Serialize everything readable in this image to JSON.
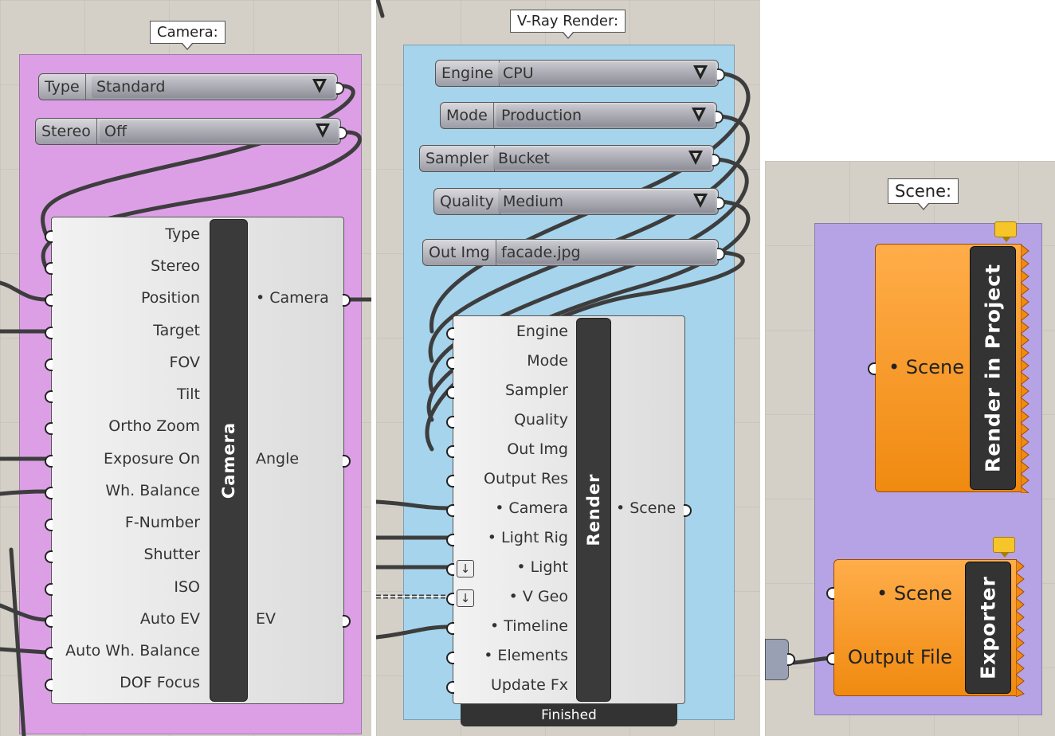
{
  "camera_group": {
    "label": "Camera:",
    "color": "#dc9fe6",
    "type_list": {
      "label": "Type",
      "value": "Standard"
    },
    "stereo_list": {
      "label": "Stereo",
      "value": "Off"
    },
    "component": {
      "name": "Camera",
      "inputs": [
        "Type",
        "Stereo",
        "Position",
        "Target",
        "FOV",
        "Tilt",
        "Ortho Zoom",
        "Exposure On",
        "Wh. Balance",
        "F-Number",
        "Shutter",
        "ISO",
        "Auto EV",
        "Auto Wh. Balance",
        "DOF Focus"
      ],
      "outputs": {
        "camera": "• Camera",
        "angle": "Angle",
        "ev": "EV"
      }
    }
  },
  "vray_group": {
    "label": "V-Ray Render:",
    "color": "#a6d4ec",
    "lists": [
      {
        "label": "Engine",
        "value": "CPU"
      },
      {
        "label": "Mode",
        "value": "Production"
      },
      {
        "label": "Sampler",
        "value": "Bucket"
      },
      {
        "label": "Quality",
        "value": "Medium"
      }
    ],
    "out_img_panel": {
      "label": "Out Img",
      "value": "facade.jpg"
    },
    "component": {
      "name": "Render",
      "inputs": [
        "Engine",
        "Mode",
        "Sampler",
        "Quality",
        "Out Img",
        "Output Res",
        "• Camera",
        "• Light Rig",
        "• Light",
        "• V Geo",
        "• Timeline",
        "• Elements",
        "Update Fx"
      ],
      "output": "• Scene",
      "status": "Finished",
      "flatten_icon": "down-arrow-icon"
    }
  },
  "scene_group": {
    "label": "Scene:",
    "color": "#b6a3e6",
    "render_in_project": {
      "name": "Render in Project",
      "input": "• Scene"
    },
    "exporter": {
      "name": "Exporter",
      "inputs": [
        "• Scene",
        "Output File"
      ]
    },
    "note_color": "#f6c52a"
  }
}
